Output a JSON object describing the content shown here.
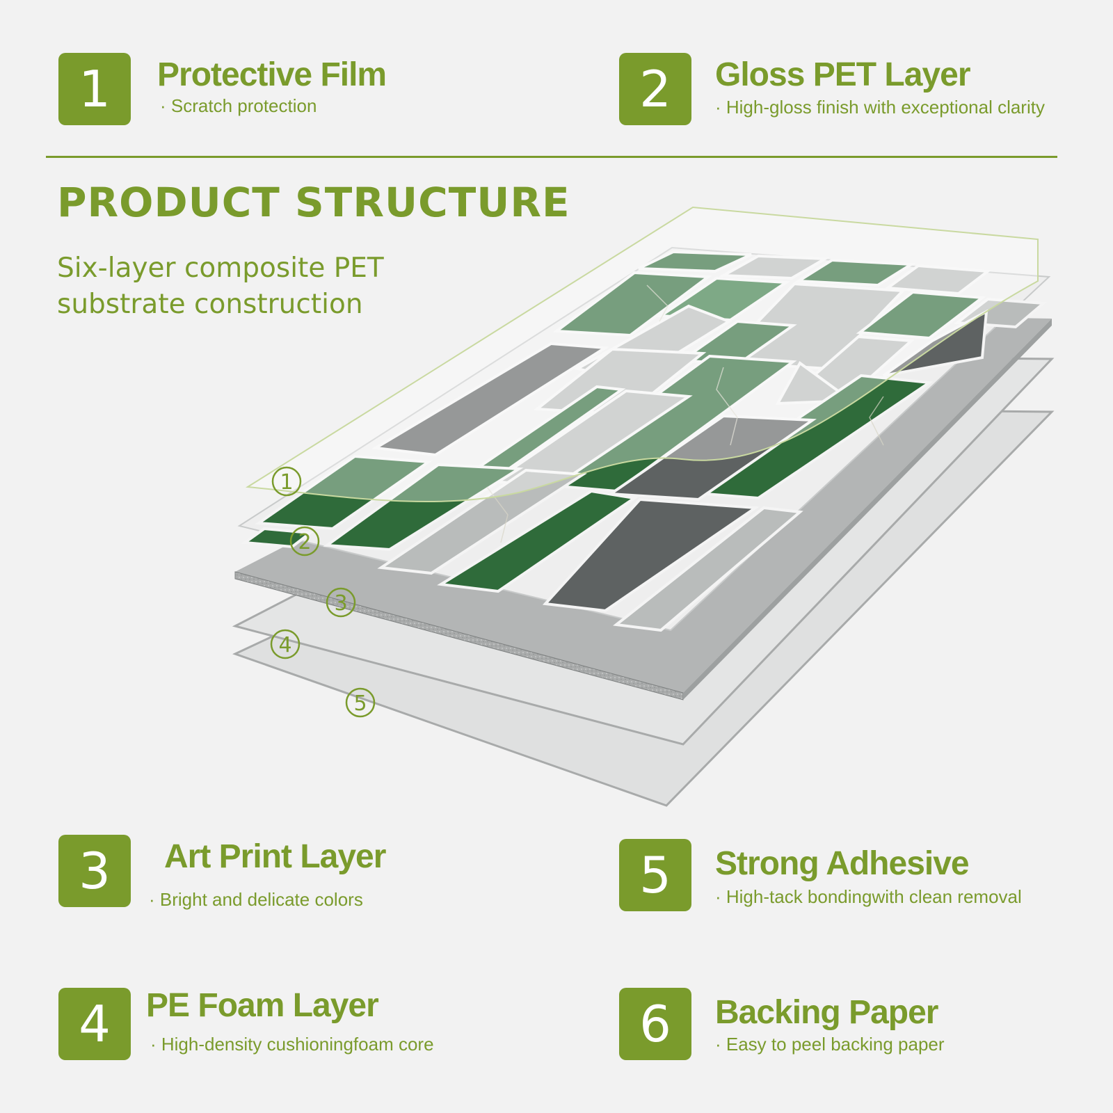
{
  "heading": "PRODUCT STRUCTURE",
  "subheading_lines": [
    "Six-layer composite PET",
    "substrate construction"
  ],
  "features": [
    {
      "number": "1",
      "title": "Protective Film",
      "desc": "· Scratch protection"
    },
    {
      "number": "2",
      "title": "Gloss PET Layer",
      "desc": "· High-gloss finish with exceptional clarity"
    },
    {
      "number": "3",
      "title": "Art Print Layer",
      "desc": "· Bright and delicate colors"
    },
    {
      "number": "4",
      "title": "PE Foam Layer",
      "desc": "· High-density cushioningfoam core"
    },
    {
      "number": "5",
      "title": "Strong Adhesive",
      "desc": "· High-tack bondingwith clean removal"
    },
    {
      "number": "6",
      "title": "Backing Paper",
      "desc": "· Easy to peel backing paper"
    }
  ],
  "callouts": [
    "1",
    "2",
    "3",
    "4",
    "5"
  ],
  "colors": {
    "accent": "#7a9b2c",
    "background": "#f2f2f2",
    "tile_green": "#2f6b3a",
    "tile_light_gray": "#b9bcbb",
    "tile_dark_gray": "#5e6262"
  }
}
